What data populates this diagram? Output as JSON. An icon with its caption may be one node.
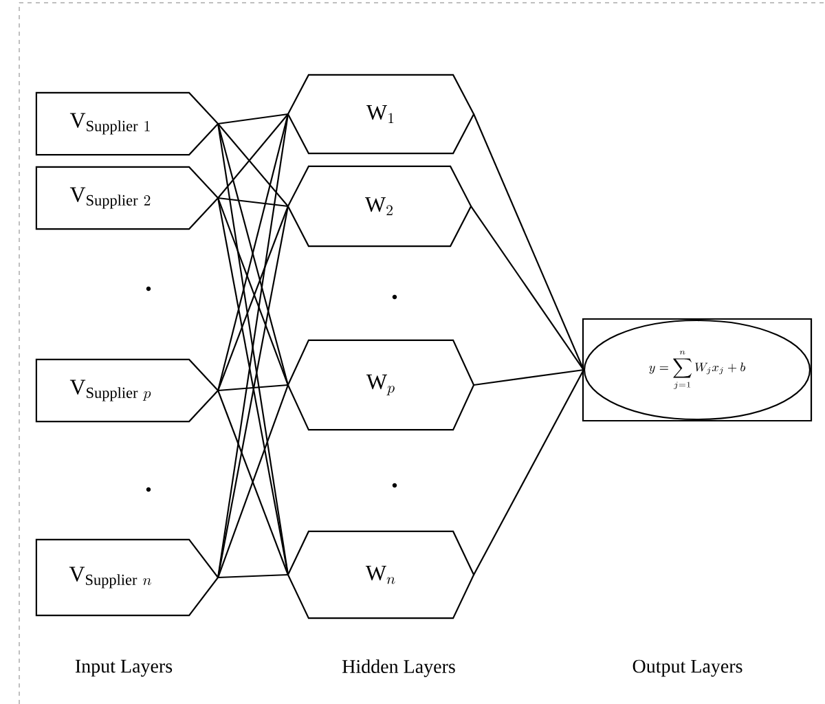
{
  "diagram": {
    "nodes": [
      {
        "text": [
          "\\mathrm{V}_{\\mathrm{Supplier}\\ 1}"
        ]
      },
      {
        "text": [
          "\\mathrm{V}_{\\mathrm{Supplier}\\ 2}"
        ]
      },
      {
        "text": [
          "\\mathrm{V}_{\\mathrm{Supplier}\\ p}"
        ]
      },
      {
        "text": [
          "\\mathrm{V}_{\\mathrm{Supplier}\\ n}"
        ]
      },
      {
        "text": [
          "\\mathrm{W}_{1}"
        ]
      },
      {
        "text": [
          "\\mathrm{W}_{2}"
        ]
      },
      {
        "text": [
          "\\mathrm{W}_{p}"
        ]
      },
      {
        "text": [
          "\\mathrm{W}_{n}"
        ]
      },
      {
        "text": [],
        "shape": "box"
      },
      {
        "text": [
          "y = \\sum_{j=1}^{n} W_j x_j + b"
        ],
        "in": 8
      }
    ],
    "edges": [
      {
        "from": 0,
        "to": 4,
        "arrow": "none"
      },
      {
        "from": 0,
        "to": 5,
        "arrow": "none"
      },
      {
        "from": 0,
        "to": 6,
        "arrow": "none"
      },
      {
        "from": 0,
        "to": 7,
        "arrow": "none"
      },
      {
        "from": 1,
        "to": 4,
        "arrow": "none"
      },
      {
        "from": 1,
        "to": 5,
        "arrow": "none"
      },
      {
        "from": 1,
        "to": 6,
        "arrow": "none"
      },
      {
        "from": 1,
        "to": 7,
        "arrow": "none"
      },
      {
        "from": 2,
        "to": 4,
        "arrow": "none"
      },
      {
        "from": 2,
        "to": 5,
        "arrow": "none"
      },
      {
        "from": 2,
        "to": 6,
        "arrow": "none"
      },
      {
        "from": 2,
        "to": 7,
        "arrow": "none"
      },
      {
        "from": 3,
        "to": 4,
        "arrow": "none"
      },
      {
        "from": 3,
        "to": 5,
        "arrow": "none"
      },
      {
        "from": 3,
        "to": 6,
        "arrow": "none"
      },
      {
        "from": 3,
        "to": 7,
        "arrow": "none"
      },
      {
        "from": 4,
        "to": 9,
        "arrow": "none"
      },
      {
        "from": 5,
        "to": 9,
        "arrow": "none"
      },
      {
        "from": 6,
        "to": 9,
        "arrow": "none"
      },
      {
        "from": 7,
        "to": 9,
        "arrow": "none"
      }
    ],
    "labels": [
      ".",
      ".",
      ".",
      ".",
      "Input Layers",
      "Hidden Layers",
      "Output Layers"
    ]
  }
}
